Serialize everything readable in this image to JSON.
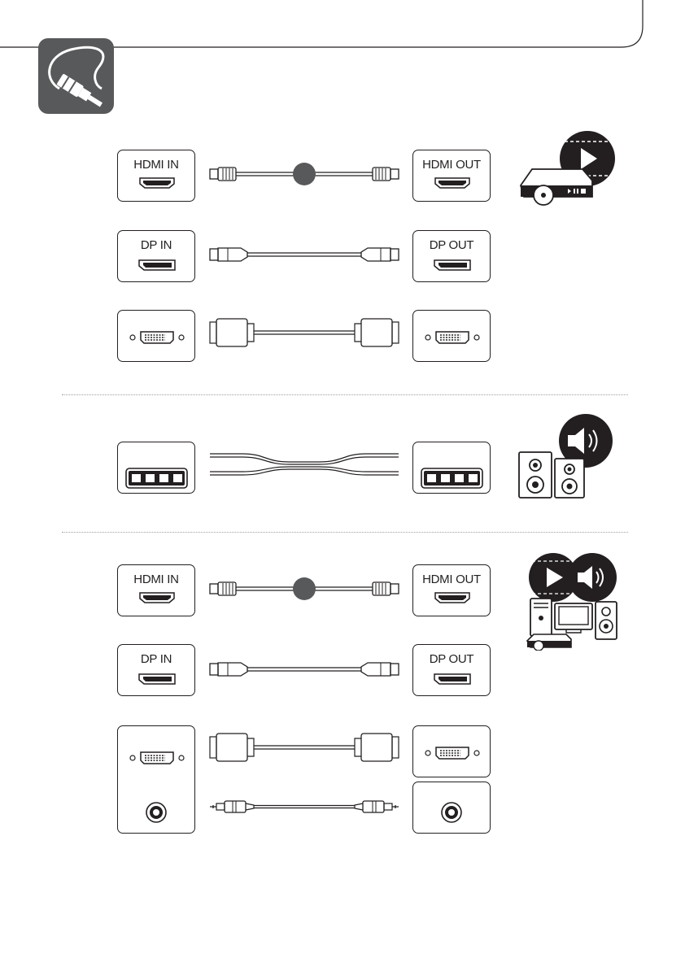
{
  "colors": {
    "ink": "#231f20",
    "icon_bg": "#58595b",
    "divider": "#9d9fa2"
  },
  "icons": {
    "header": "cable-connection-icon",
    "player": "media-player-icon",
    "speakers": "speakers-icon",
    "all_in_one": "av-devices-icon"
  },
  "video_section": {
    "hdmi": {
      "in_label": "HDMI IN",
      "out_label": "HDMI OUT"
    },
    "dp": {
      "in_label": "DP IN",
      "out_label": "DP OUT"
    },
    "dvi": {
      "in_label": "",
      "out_label": ""
    }
  },
  "audio_section": {
    "speaker": {
      "in_label": "",
      "out_label": ""
    }
  },
  "combined_section": {
    "hdmi": {
      "in_label": "HDMI IN",
      "out_label": "HDMI OUT"
    },
    "dp": {
      "in_label": "DP IN",
      "out_label": "DP OUT"
    },
    "dvi_audio": {
      "in_label": "",
      "out_label": ""
    }
  }
}
